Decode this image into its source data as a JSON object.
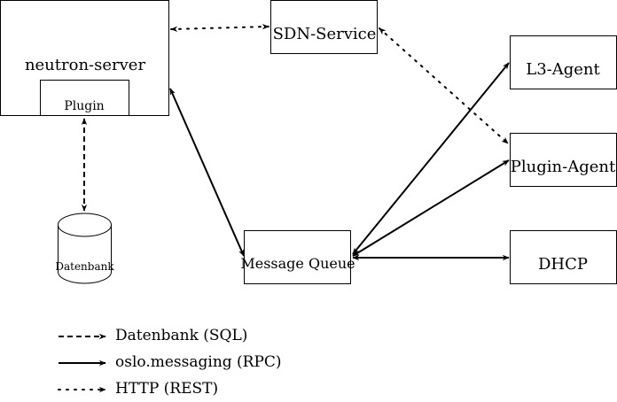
{
  "nodes": {
    "neutron_server": "neutron-server",
    "plugin": "Plugin",
    "database": "Datenbank",
    "sdn_service": "SDN-Service",
    "message_queue": "Message Queue",
    "l3_agent": "L3-Agent",
    "plugin_agent": "Plugin-Agent",
    "dhcp": "DHCP"
  },
  "legend": {
    "dashed": "Datenbank (SQL)",
    "solid": "oslo.messaging (RPC)",
    "dotted": "HTTP (REST)"
  },
  "colors": {
    "stroke": "#000000",
    "background": "#ffffff"
  }
}
